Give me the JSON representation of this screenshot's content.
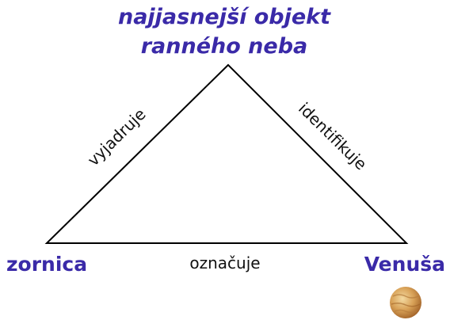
{
  "diagram": {
    "top_label_line1": "najjasnejší objekt",
    "top_label_line2": "ranného neba",
    "left_label": "zornica",
    "right_label": "Venuša",
    "edge_left": "vyjadruje",
    "edge_right": "identifikuje",
    "edge_bottom": "označuje",
    "image": "venus-planet-icon",
    "colors": {
      "label": "#3a2aa8",
      "edge_text": "#111111",
      "lines": "#000000"
    }
  }
}
